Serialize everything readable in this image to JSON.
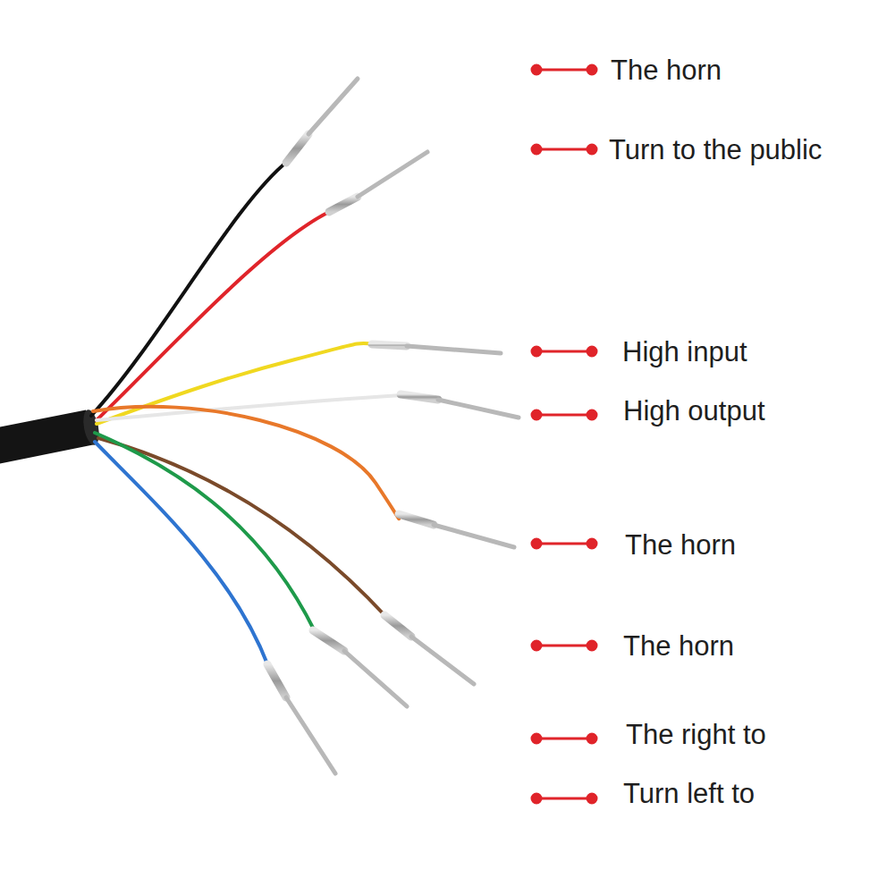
{
  "diagram": {
    "labels": [
      "The horn",
      "Turn to the public",
      "High input",
      "High output",
      "The horn",
      "The horn",
      "The right to",
      "Turn left to"
    ]
  }
}
